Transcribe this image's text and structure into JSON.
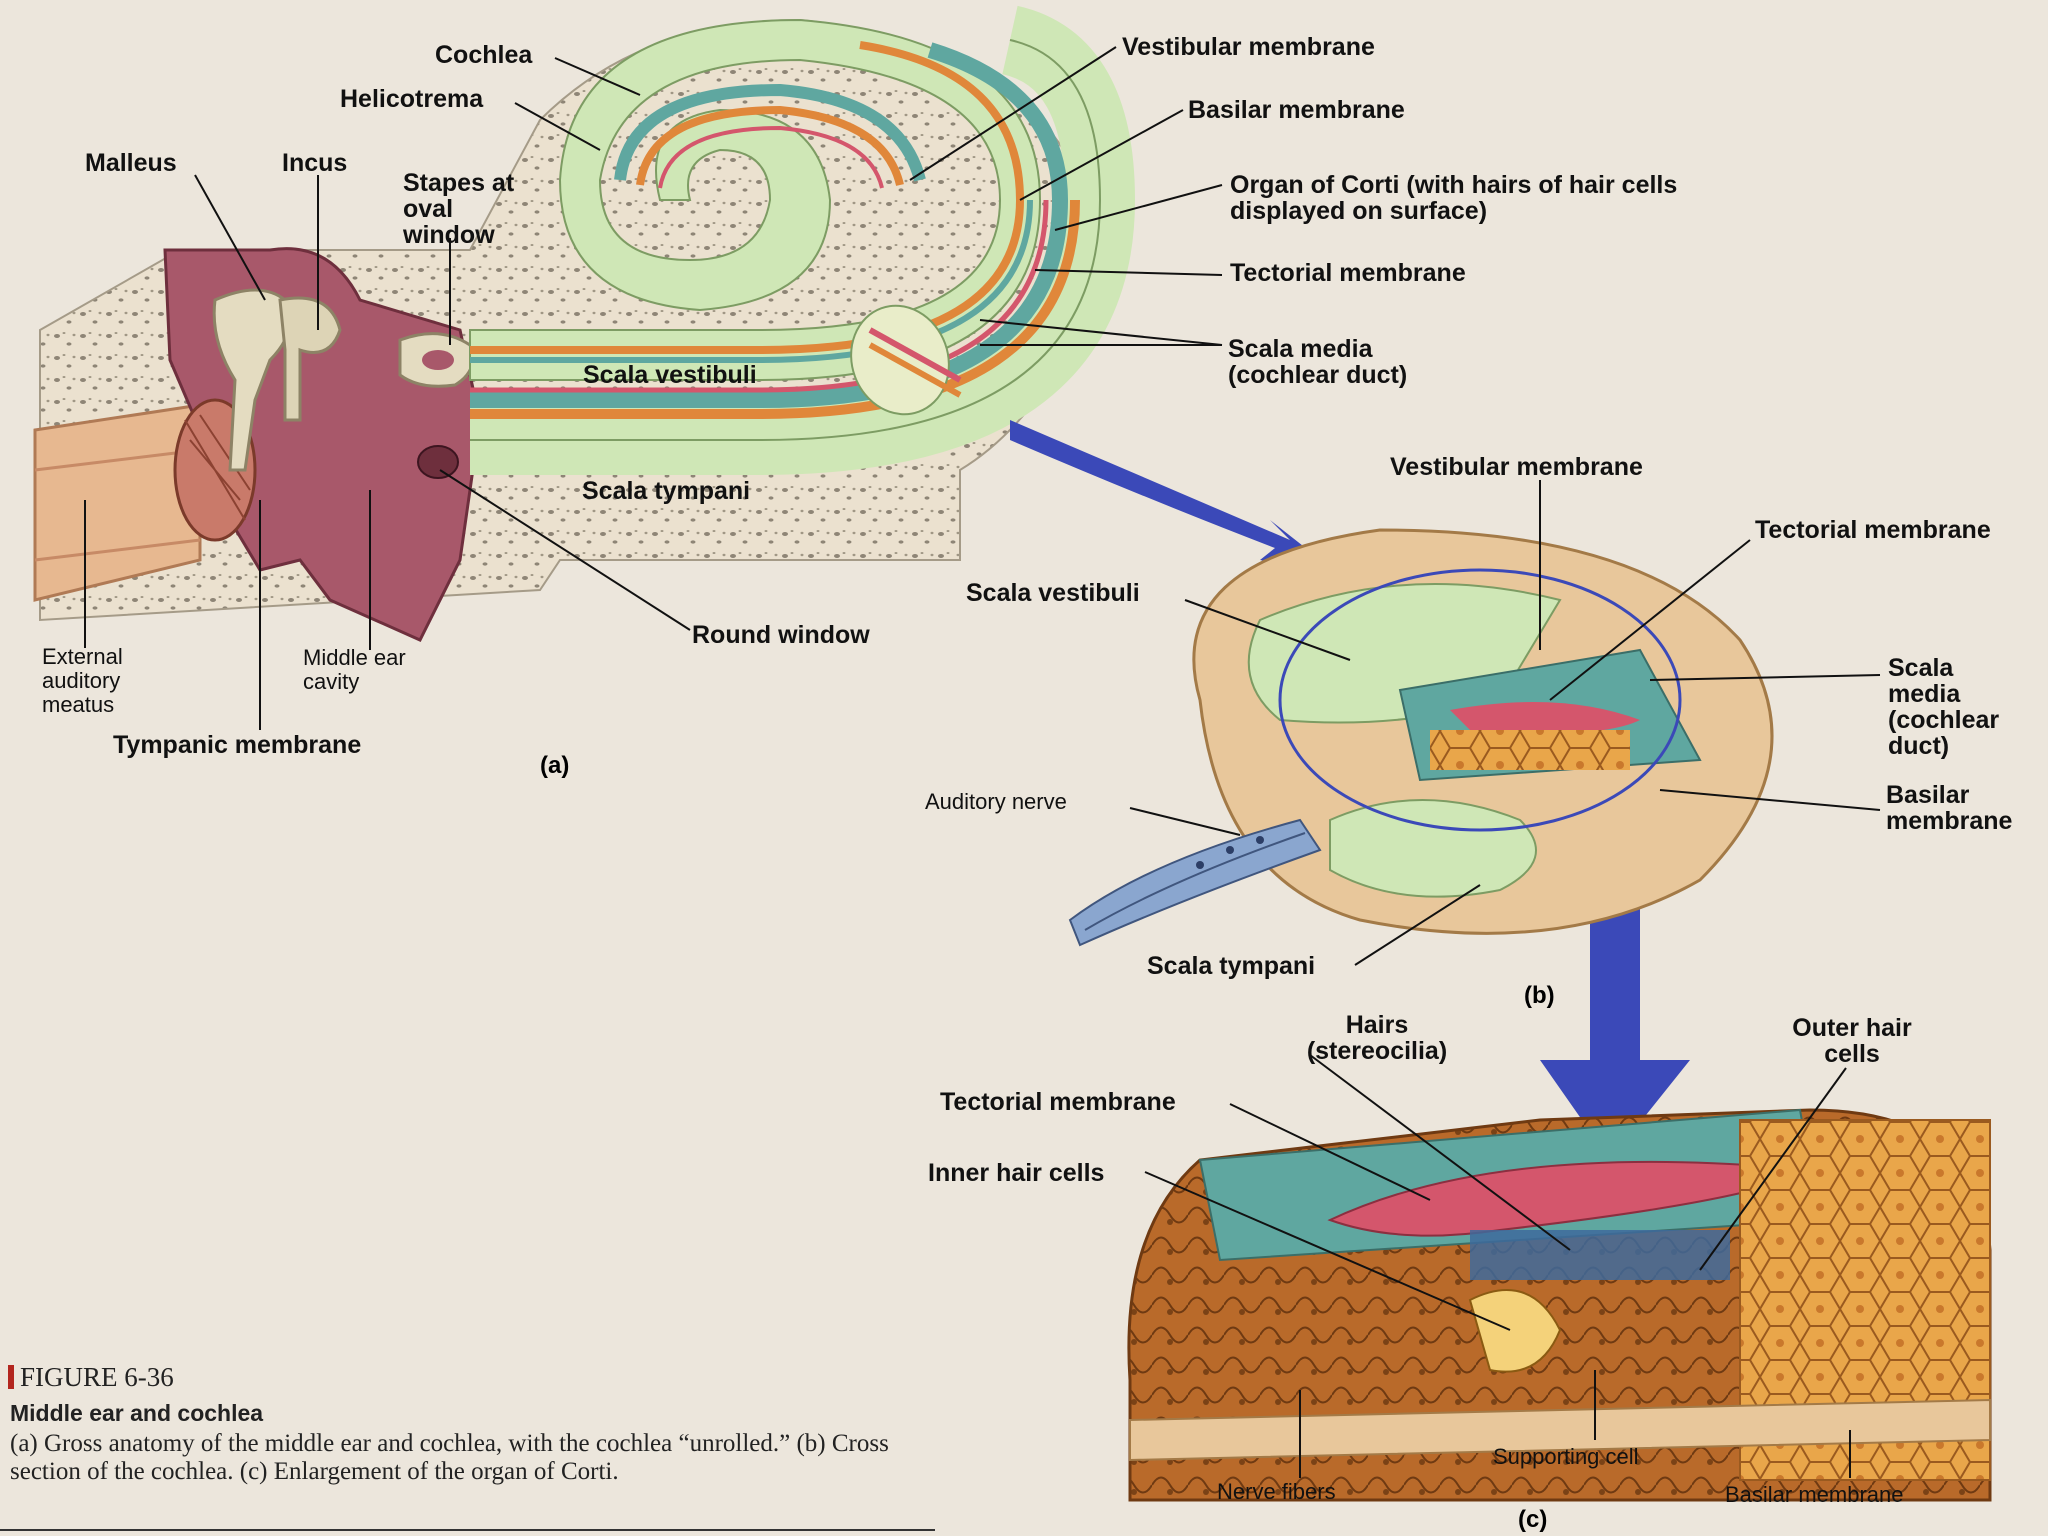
{
  "panel_a": {
    "labels": {
      "cochlea": "Cochlea",
      "helicotrema": "Helicotrema",
      "malleus": "Malleus",
      "incus": "Incus",
      "stapes": "Stapes at oval window",
      "scala_vestibuli": "Scala vestibuli",
      "scala_tympani": "Scala tympani",
      "vestibular_membrane": "Vestibular membrane",
      "basilar_membrane": "Basilar membrane",
      "organ_of_corti": "Organ of Corti (with hairs of hair cells displayed on surface)",
      "tectorial_membrane": "Tectorial membrane",
      "scala_media": "Scala media (cochlear duct)",
      "round_window": "Round window",
      "external_meatus": "External auditory meatus",
      "middle_ear_cavity": "Middle ear cavity",
      "tympanic_membrane": "Tympanic membrane"
    },
    "tag": "(a)"
  },
  "panel_b": {
    "labels": {
      "vestibular_membrane": "Vestibular membrane",
      "tectorial_membrane": "Tectorial membrane",
      "scala_vestibuli": "Scala vestibuli",
      "scala_media": "Scala media (cochlear duct)",
      "basilar_membrane": "Basilar membrane",
      "auditory_nerve": "Auditory nerve",
      "scala_tympani": "Scala tympani"
    },
    "tag": "(b)"
  },
  "panel_c": {
    "labels": {
      "hairs": "Hairs (stereocilia)",
      "outer_hair_cells": "Outer hair cells",
      "tectorial_membrane": "Tectorial membrane",
      "inner_hair_cells": "Inner hair cells",
      "supporting_cell": "Supporting cell",
      "nerve_fibers": "Nerve fibers",
      "basilar_membrane": "Basilar membrane"
    },
    "tag": "(c)"
  },
  "caption": {
    "figure": "FIGURE 6-36",
    "title": "Middle ear and cochlea",
    "body": "(a) Gross anatomy of the middle ear and cochlea, with the cochlea “unrolled.” (b) Cross section of the cochlea. (c) Enlargement of the organ of Corti."
  },
  "colors": {
    "bone": "#e9dcc8",
    "pink_tissue": "#a8586a",
    "membrane_green": "#cfe7b6",
    "teal": "#5fa7a0",
    "orange": "#e0873a",
    "tectorial": "#d4566c",
    "arrow_blue": "#3b49b8"
  }
}
